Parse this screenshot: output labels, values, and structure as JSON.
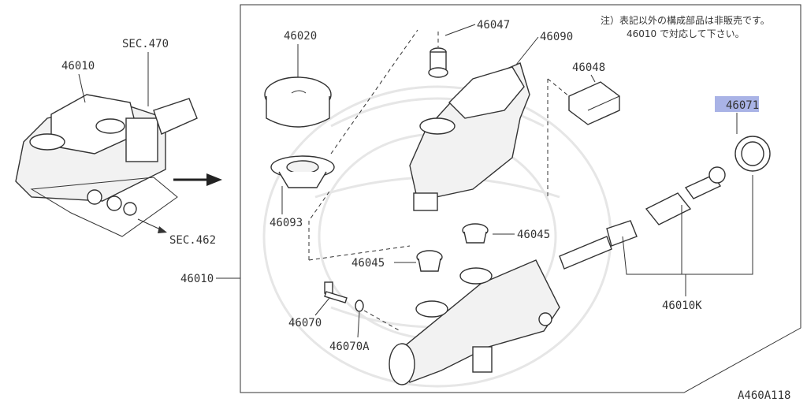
{
  "labels": {
    "p46020": "46020",
    "p46047": "46047",
    "p46090": "46090",
    "p46048": "46048",
    "p46071": "46071",
    "p46093": "46093",
    "p46045_right": "46045",
    "p46045_left": "46045",
    "p46010_main": "46010",
    "p46010_overview": "46010",
    "p46070": "46070",
    "p46070A": "46070A",
    "p46010K": "46010K",
    "sec470": "SEC.470",
    "sec462": "SEC.462",
    "diagram_code": "A460A118"
  },
  "note": {
    "line1": "注）表記以外の構成部品は非販売です。",
    "line2": "46010 で対応して下さい。"
  },
  "colors": {
    "highlight": "#a9b3e6",
    "line": "#333333"
  }
}
